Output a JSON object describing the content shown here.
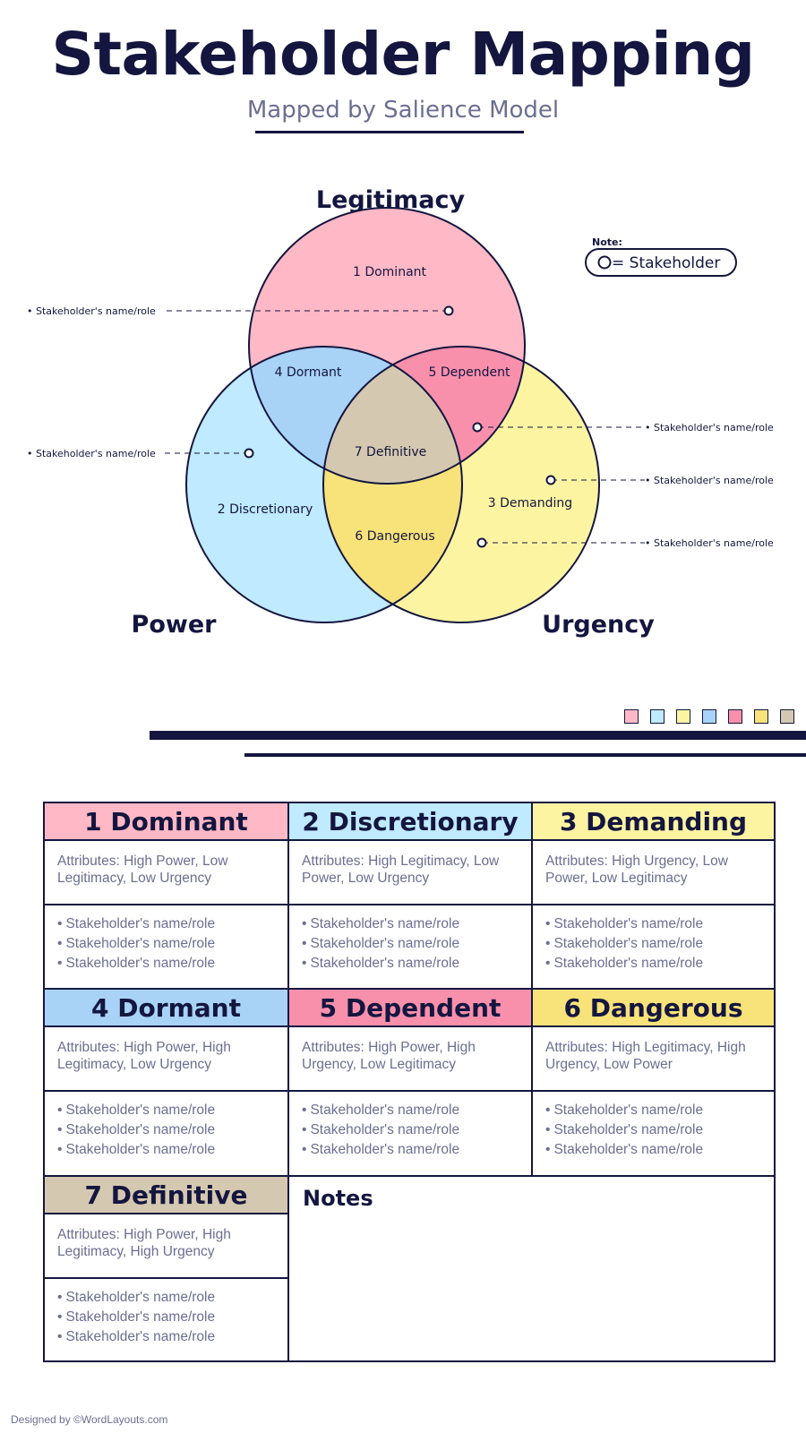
{
  "title": "Stakeholder Mapping",
  "subtitle": "Mapped by Salience Model",
  "venn": {
    "labels": {
      "top": "Legitimacy",
      "left": "Power",
      "right": "Urgency"
    },
    "regions": {
      "r1": "1 Dominant",
      "r2": "2 Discretionary",
      "r3": "3 Demanding",
      "r4": "4 Dormant",
      "r5": "5 Dependent",
      "r6": "6 Dangerous",
      "r7": "7 Definitive"
    },
    "callouts": {
      "c1": "• Stakeholder's name/role",
      "c2": "• Stakeholder's name/role",
      "c3": "• Stakeholder's name/role",
      "c4": "• Stakeholder's name/role",
      "c5": "• Stakeholder's name/role"
    },
    "note": {
      "title": "Note:",
      "text": "= Stakeholder"
    },
    "colors": {
      "legitimacy": "#ffb8c6",
      "power": "#bfeaff",
      "urgency": "#fdf4a2",
      "dormant": "#a8d3f6",
      "dependent": "#f890ac",
      "dangerous": "#f8e37a",
      "definitive": "#d4c8b0"
    }
  },
  "swatch_colors": [
    "#ffb8c6",
    "#bfeaff",
    "#fdf4a2",
    "#a8d3f6",
    "#f890ac",
    "#f8e37a",
    "#d4c8b0"
  ],
  "categories": [
    {
      "title": "1 Dominant",
      "color": "#ffb8c6",
      "attributes": "Attributes: High Power, Low Legitimacy, Low Urgency",
      "items": [
        "Stakeholder's name/role",
        "Stakeholder's name/role",
        "Stakeholder's name/role"
      ]
    },
    {
      "title": "2 Discretionary",
      "color": "#bfeaff",
      "attributes": "Attributes: High Legitimacy, Low Power, Low Urgency",
      "items": [
        "Stakeholder's name/role",
        "Stakeholder's name/role",
        "Stakeholder's name/role"
      ]
    },
    {
      "title": "3 Demanding",
      "color": "#fdf4a2",
      "attributes": "Attributes: High Urgency, Low Power, Low Legitimacy",
      "items": [
        "Stakeholder's name/role",
        "Stakeholder's name/role",
        "Stakeholder's name/role"
      ]
    },
    {
      "title": "4 Dormant",
      "color": "#a8d3f6",
      "attributes": "Attributes: High Power, High Legitimacy, Low Urgency",
      "items": [
        "Stakeholder's name/role",
        "Stakeholder's name/role",
        "Stakeholder's name/role"
      ]
    },
    {
      "title": "5 Dependent",
      "color": "#f890ac",
      "attributes": "Attributes: High Power, High Urgency, Low Legitimacy",
      "items": [
        "Stakeholder's name/role",
        "Stakeholder's name/role",
        "Stakeholder's name/role"
      ]
    },
    {
      "title": "6 Dangerous",
      "color": "#f8e37a",
      "attributes": "Attributes: High Legitimacy, High Urgency, Low Power",
      "items": [
        "Stakeholder's name/role",
        "Stakeholder's name/role",
        "Stakeholder's name/role"
      ]
    },
    {
      "title": "7 Definitive",
      "color": "#d4c8b0",
      "attributes": "Attributes: High Power, High Legitimacy, High Urgency",
      "items": [
        "Stakeholder's name/role",
        "Stakeholder's name/role",
        "Stakeholder's name/role"
      ]
    }
  ],
  "notes_title": "Notes",
  "credit": "Designed by ©WordLayouts.com"
}
